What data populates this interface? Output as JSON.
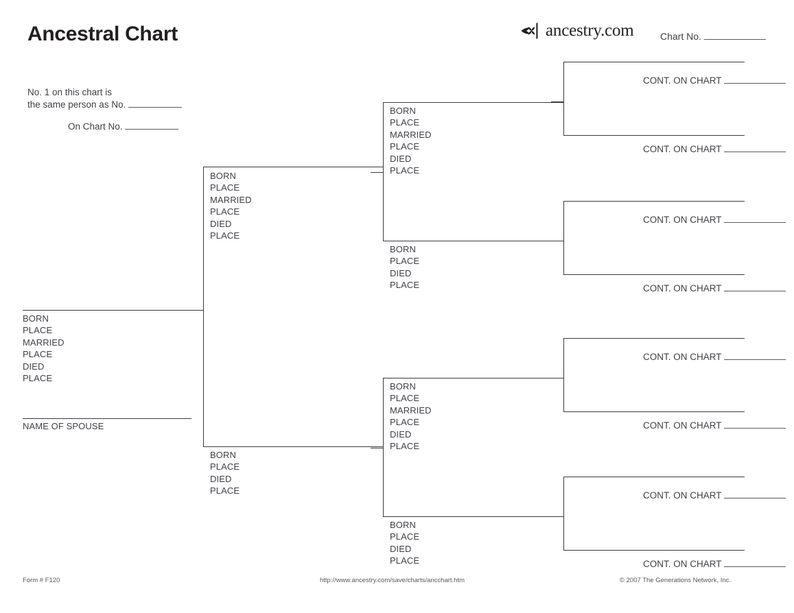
{
  "page": {
    "title": "Ancestral Chart"
  },
  "brand": {
    "icon": "ancestry-leaf-logo-icon",
    "name": "ancestry.com"
  },
  "header": {
    "chart_no_label": "Chart No."
  },
  "note": {
    "line1": "No. 1 on this chart is",
    "line2": "the same person as No.",
    "line3": "On Chart No."
  },
  "field_labels": {
    "born": "BORN",
    "place": "PLACE",
    "married": "MARRIED",
    "died": "DIED",
    "name_of_spouse": "NAME OF SPOUSE",
    "cont_on_chart": "CONT. ON CHART"
  },
  "generation1": {
    "person": {
      "id": "person-1",
      "fields": [
        "BORN",
        "PLACE",
        "MARRIED",
        "PLACE",
        "DIED",
        "PLACE"
      ],
      "spouse_label": "NAME OF SPOUSE"
    }
  },
  "generation2": [
    {
      "id": "person-2-father",
      "fields": [
        "BORN",
        "PLACE",
        "MARRIED",
        "PLACE",
        "DIED",
        "PLACE"
      ]
    },
    {
      "id": "person-3-mother",
      "fields": [
        "BORN",
        "PLACE",
        "DIED",
        "PLACE"
      ]
    }
  ],
  "generation3": [
    {
      "id": "person-4",
      "fields": [
        "BORN",
        "PLACE",
        "MARRIED",
        "PLACE",
        "DIED",
        "PLACE"
      ]
    },
    {
      "id": "person-5",
      "fields": [
        "BORN",
        "PLACE",
        "DIED",
        "PLACE"
      ]
    },
    {
      "id": "person-6",
      "fields": [
        "BORN",
        "PLACE",
        "MARRIED",
        "PLACE",
        "DIED",
        "PLACE"
      ]
    },
    {
      "id": "person-7",
      "fields": [
        "BORN",
        "PLACE",
        "DIED",
        "PLACE"
      ]
    }
  ],
  "generation4": [
    {
      "id": "person-8",
      "label": "CONT. ON CHART"
    },
    {
      "id": "person-9",
      "label": "CONT. ON CHART"
    },
    {
      "id": "person-10",
      "label": "CONT. ON CHART"
    },
    {
      "id": "person-11",
      "label": "CONT. ON CHART"
    },
    {
      "id": "person-12",
      "label": "CONT. ON CHART"
    },
    {
      "id": "person-13",
      "label": "CONT. ON CHART"
    },
    {
      "id": "person-14",
      "label": "CONT. ON CHART"
    },
    {
      "id": "person-15",
      "label": "CONT. ON CHART"
    }
  ],
  "footer": {
    "form_number": "Form # F120",
    "url": "http://www.ancestry.com/save/charts/ancchart.htm",
    "copyright": "© 2007 The Generations Network, Inc."
  },
  "colors": {
    "text": "#3f3f46",
    "heading": "#231f20",
    "rule": "#3b3b40",
    "background": "#ffffff"
  }
}
